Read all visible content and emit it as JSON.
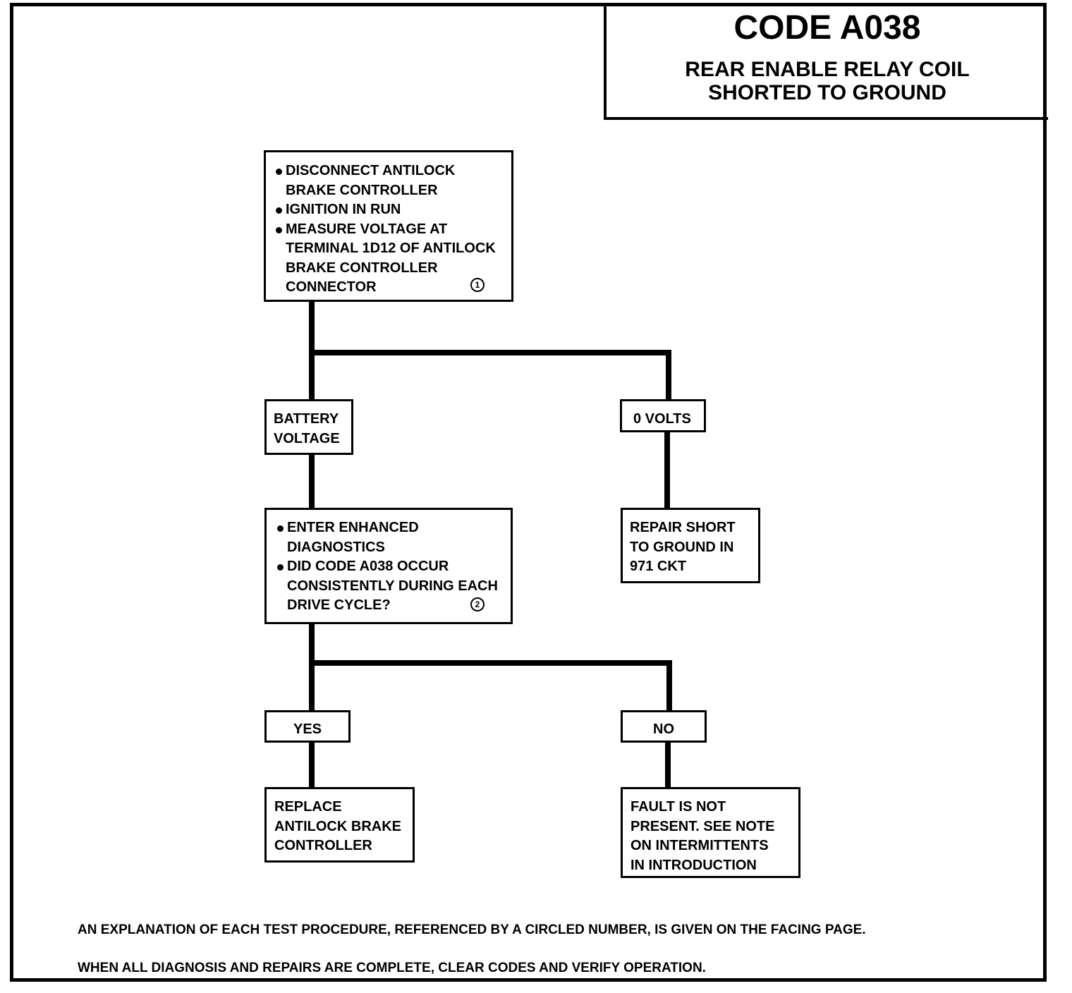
{
  "title": {
    "code": "CODE A038",
    "subtitle": "REAR ENABLE RELAY COIL\nSHORTED TO GROUND"
  },
  "steps": {
    "step1": {
      "bullets": [
        "DISCONNECT ANTILOCK\nBRAKE CONTROLLER",
        "IGNITION IN RUN",
        "MEASURE VOLTAGE AT\nTERMINAL 1D12 OF ANTILOCK\nBRAKE CONTROLLER\nCONNECTOR"
      ],
      "ref": "1"
    },
    "result_battery": "BATTERY\nVOLTAGE",
    "result_zero": "0 VOLTS",
    "step2": {
      "bullets": [
        "ENTER ENHANCED\nDIAGNOSTICS",
        "DID CODE A038 OCCUR\nCONSISTENTLY DURING EACH\nDRIVE CYCLE?"
      ],
      "ref": "2"
    },
    "repair_short": "REPAIR SHORT\nTO GROUND IN\n971 CKT",
    "answer_yes": "YES",
    "answer_no": "NO",
    "replace_controller": "REPLACE\nANTILOCK BRAKE\nCONTROLLER",
    "fault_not_present": "FAULT IS NOT\nPRESENT. SEE NOTE\nON INTERMITTENTS\nIN INTRODUCTION"
  },
  "notes": {
    "explanation": "AN EXPLANATION OF EACH TEST PROCEDURE, REFERENCED BY A CIRCLED NUMBER, IS GIVEN ON THE FACING PAGE.",
    "clear_codes": "WHEN ALL DIAGNOSIS AND REPAIRS ARE COMPLETE, CLEAR CODES AND VERIFY OPERATION."
  }
}
